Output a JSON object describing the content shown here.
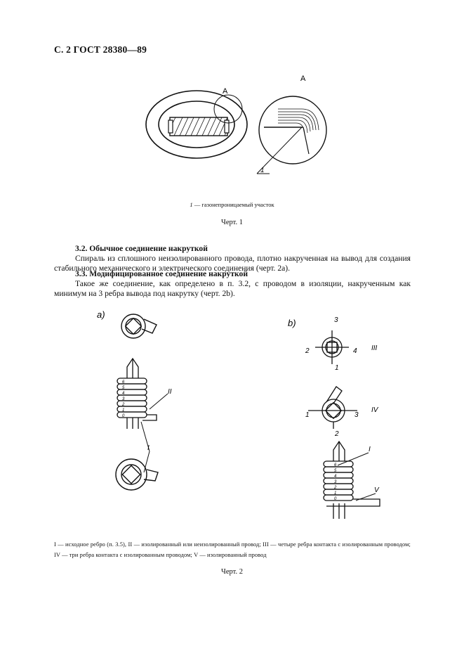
{
  "header": "С. 2 ГОСТ 28380—89",
  "figure1": {
    "callout_A_small": "А",
    "callout_A_large": "А",
    "callout_1": "1",
    "caption_num": "1",
    "caption_text": " — газонепроницаемый участок",
    "chert": "Черт. 1"
  },
  "section_3_2": {
    "heading": "3.2.  Обычное соединение накруткой",
    "text": "Спираль из сплошного неизолированного провода, плотно накрученная на вывод для создания стабильного механического и электрического соединения (черт. 2a)."
  },
  "section_3_3": {
    "heading": "3.3.  Модифицированное соединение накруткой",
    "text": "Такое же соединение, как определено в п. 3.2, с проводом в изоляции, накрученным как минимум на 3 ребра вывода под накрутку (черт. 2b)."
  },
  "figure2": {
    "label_a": "a)",
    "label_b": "b)",
    "label_II": "II",
    "label_I_left": "I",
    "label_III": "III",
    "label_IV": "IV",
    "label_I_right": "I",
    "label_V": "V",
    "edge_3_top": "3",
    "edge_2_top": "2",
    "edge_4_top": "4",
    "edge_1_top": "1",
    "edge_1_mid": "1",
    "edge_3_mid": "3",
    "edge_2_mid": "2",
    "coil_nums": [
      "6",
      "5",
      "4",
      "3",
      "2",
      "1",
      "0"
    ],
    "legend": "I — исходное ребро (п. 3.5), II — изолированный или неизолированный провод; III — четыре ребра контакта с изолированным проводом; IV — три ребра контакта с изолированным проводом; V — изолированный провод",
    "chert": "Черт. 2"
  }
}
